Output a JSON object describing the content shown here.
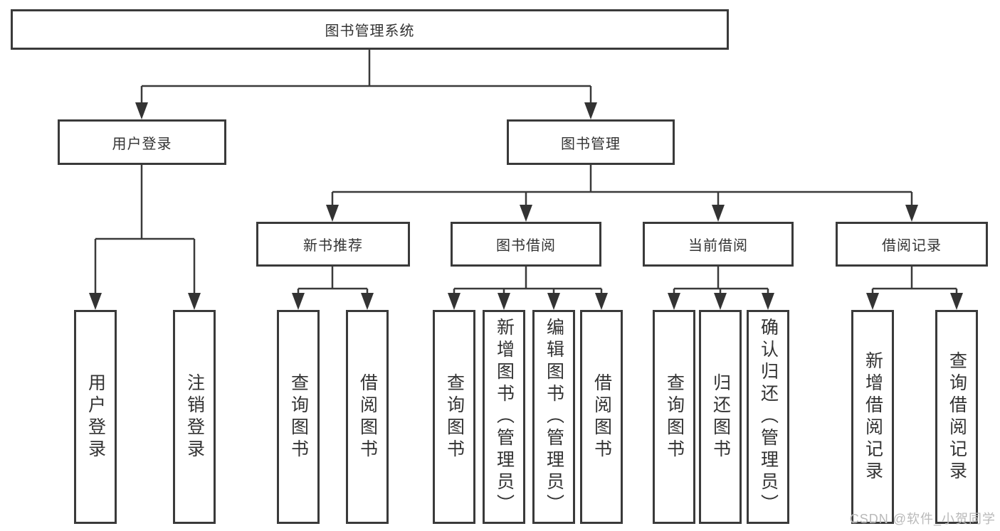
{
  "diagram": {
    "root": "图书管理系统",
    "branches": [
      {
        "label": "用户登录",
        "children": [
          "用户登录",
          "注销登录"
        ]
      },
      {
        "label": "图书管理",
        "children": [
          {
            "label": "新书推荐",
            "children": [
              "查询图书",
              "借阅图书"
            ]
          },
          {
            "label": "图书借阅",
            "children": [
              "查询图书",
              "新增图书（管理员）",
              "编辑图书（管理员）",
              "借阅图书"
            ]
          },
          {
            "label": "当前借阅",
            "children": [
              "查询图书",
              "归还图书",
              "确认归还（管理员）"
            ]
          },
          {
            "label": "借阅记录",
            "children": [
              "新增借阅记录",
              "查询借阅记录"
            ]
          }
        ]
      }
    ]
  },
  "watermark": "CSDN @软件_小贺同学",
  "colors": {
    "line": "#3a3a3a",
    "border": "#3a3a3a",
    "text": "#333333",
    "watermark": "#b9b9b9",
    "background": "#ffffff"
  }
}
